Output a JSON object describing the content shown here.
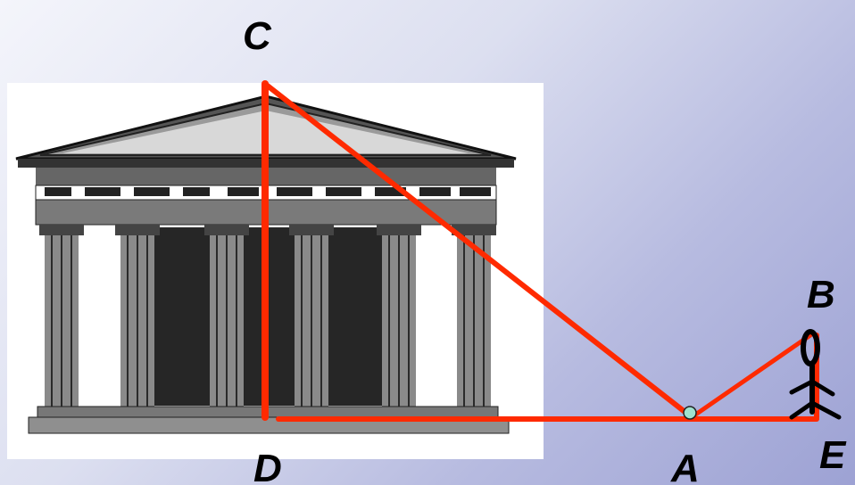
{
  "points": {
    "A": "A",
    "B": "B",
    "C": "C",
    "D": "D",
    "E": "E"
  },
  "colors": {
    "construction_line": "#ff2a00",
    "figure": "#000000",
    "mirror_point": "#9fe3cf"
  },
  "icons": {
    "building": "greek-temple-illustration",
    "observer": "stick-figure-observer",
    "mirror": "mirror-point-marker"
  }
}
